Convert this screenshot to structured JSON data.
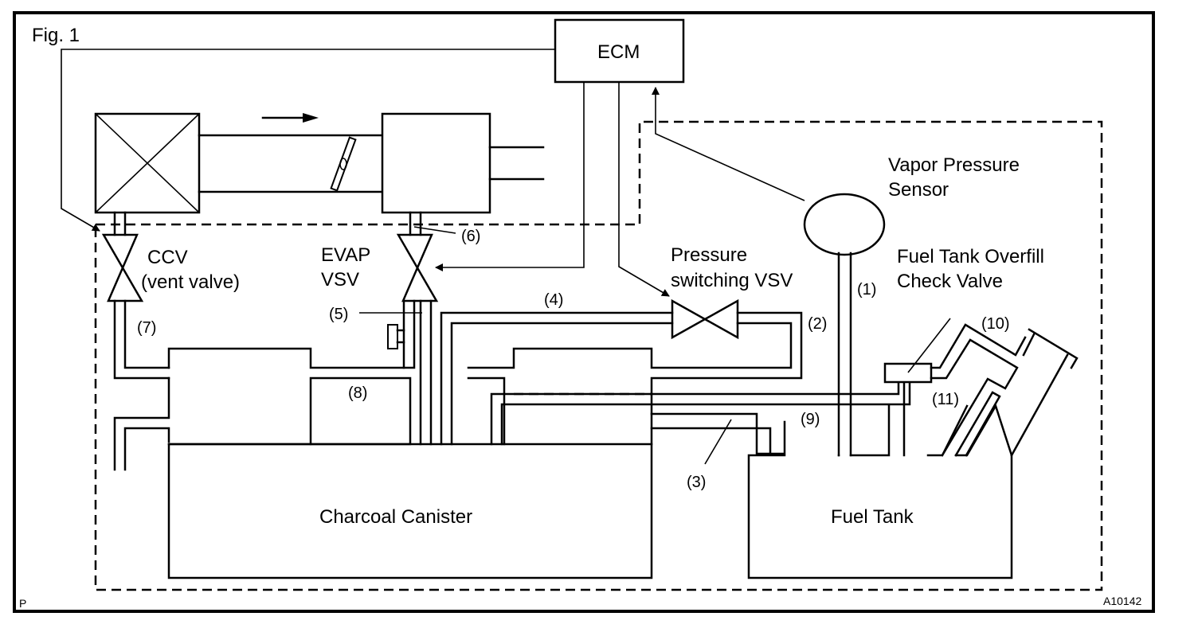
{
  "figure": {
    "title": "Fig. 1",
    "corner_mark": "P",
    "figure_id": "A10142"
  },
  "components": {
    "ecm": "ECM",
    "vapor_pressure_sensor": [
      "Vapor Pressure",
      "Sensor"
    ],
    "ccv": [
      "CCV",
      "(vent valve)"
    ],
    "evap_vsv": [
      "EVAP",
      "VSV"
    ],
    "pressure_switching_vsv": [
      "Pressure",
      "switching VSV"
    ],
    "overfill_check_valve": [
      "Fuel Tank Overfill",
      "Check Valve"
    ],
    "charcoal_canister": "Charcoal Canister",
    "fuel_tank": "Fuel Tank"
  },
  "callouts": {
    "c1": "(1)",
    "c2": "(2)",
    "c3": "(3)",
    "c4": "(4)",
    "c5": "(5)",
    "c6": "(6)",
    "c7": "(7)",
    "c8": "(8)",
    "c9": "(9)",
    "c10": "(10)",
    "c11": "(11)"
  }
}
